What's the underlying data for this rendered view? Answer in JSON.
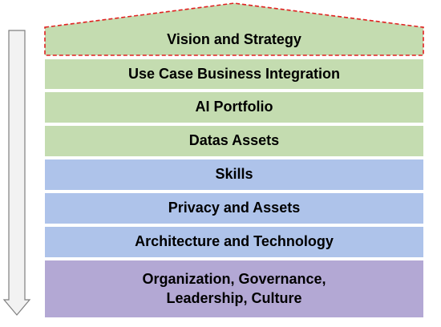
{
  "colors": {
    "green": "#c4dcb0",
    "blue": "#aec3ea",
    "purple": "#b3a8d4",
    "roof_border": "#e02020",
    "arrow_fill": "#f2f2f2",
    "arrow_stroke": "#7f7f7f"
  },
  "roof": {
    "label": "Vision and Strategy"
  },
  "layers": [
    {
      "label": "Use Case Business Integration"
    },
    {
      "label": "AI Portfolio"
    },
    {
      "label": "Datas Assets"
    },
    {
      "label": "Skills"
    },
    {
      "label": "Privacy and Assets"
    },
    {
      "label": "Architecture and Technology"
    },
    {
      "label": "Organization, Governance,\nLeadership, Culture"
    }
  ],
  "arrow": {
    "icon": "down-arrow-icon"
  }
}
